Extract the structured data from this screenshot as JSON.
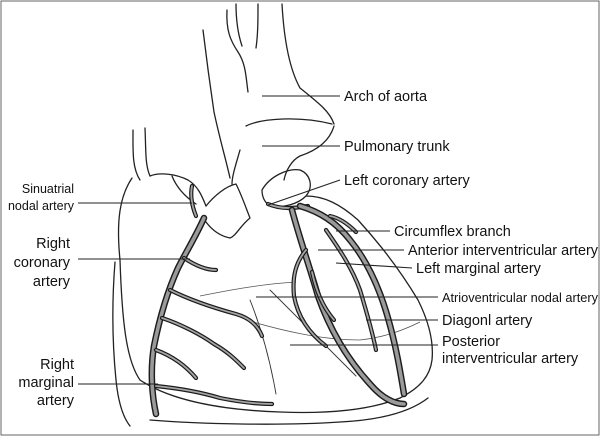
{
  "labels": {
    "arch_of_aorta": "Arch of aorta",
    "pulmonary_trunk": "Pulmonary trunk",
    "left_coronary_artery": "Left coronary artery",
    "circumflex_branch": "Circumflex branch",
    "anterior_interventricular_artery": "Anterior interventricular artery",
    "left_marginal_artery": "Left marginal artery",
    "atrioventricular_nodal_artery": "Atrioventricular nodal artery",
    "diagonl_artery": "Diagonl artery",
    "posterior_interventricular_line1": "Posterior",
    "posterior_interventricular_line2": "interventricular artery",
    "sinuatrial_line1": "Sinuatrial",
    "sinuatrial_line2": "nodal artery",
    "right_coronary_line1": "Right",
    "right_coronary_line2": "coronary",
    "right_coronary_line3": "artery",
    "right_marginal_line1": "Right",
    "right_marginal_line2": "marginal",
    "right_marginal_line3": "artery"
  },
  "colors": {
    "vessel_fill": "#9a9a9a",
    "vessel_outline": "#1c1c1c",
    "line": "#222222"
  }
}
